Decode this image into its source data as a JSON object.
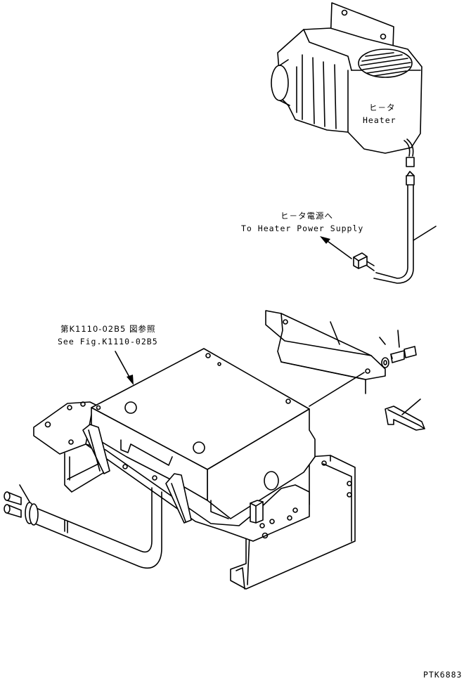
{
  "labels": {
    "heater_jp": "ヒ－タ",
    "heater_en": "Heater",
    "power_jp": "ヒ－タ電源へ",
    "power_en": "To Heater Power Supply",
    "ref_jp": "第K1110-02B5 図参照",
    "ref_en": "See Fig.K1110-02B5",
    "drawing_code": "PTK6883"
  }
}
